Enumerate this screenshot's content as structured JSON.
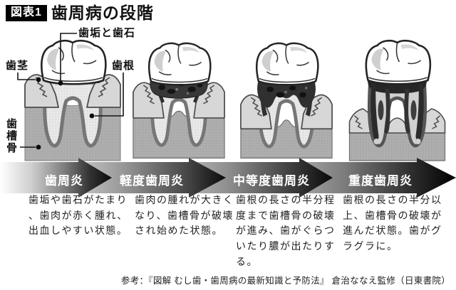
{
  "title": {
    "badge": "図表1",
    "text": "歯周病の段階"
  },
  "anatomy_labels": {
    "plaque": "歯垢と歯石",
    "gum": "歯茎",
    "root": "歯根",
    "bone": "歯槽骨"
  },
  "stages": [
    {
      "name": "歯周炎",
      "description": "歯垢や歯石がたまり、歯肉が赤く腫れ、出血しやすい状態。"
    },
    {
      "name": "軽度歯周炎",
      "description": "歯肉の腫れが大きくなり、歯槽骨が破壊され始めた状態。"
    },
    {
      "name": "中等度歯周炎",
      "description": "歯根の長さの半分程度まで歯槽骨の破壊が進み、歯がぐらついたり膿が出たりする。"
    },
    {
      "name": "重度歯周炎",
      "description": "歯根の長さの半分以上、歯槽骨の破壊が進んだ状態。歯がグラグラに。"
    }
  ],
  "reference": "参考：『図解 むし歯・歯周病の最新知識と予防法』 倉治ななえ監修（日東書院）",
  "colors": {
    "badge_bg": "#000000",
    "band_dark": "#0a0a0a",
    "band_light": "#ffffff",
    "bone_gray": "#aeaeae",
    "gum_gray": "#d7d7d7",
    "lesion_dark": "#303030"
  }
}
